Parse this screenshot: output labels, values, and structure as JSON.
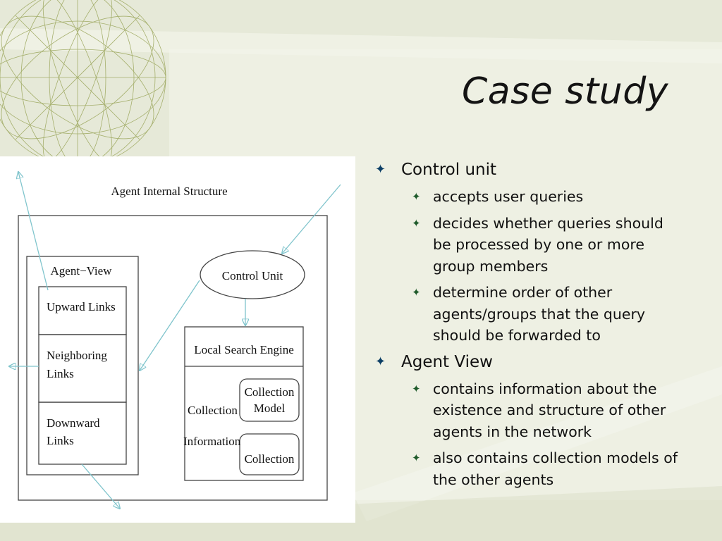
{
  "slide": {
    "title": "Case study",
    "accent_color": "#0c3f66",
    "bullet_icon": "four-point-star-icon"
  },
  "bullets": [
    {
      "text": "Control unit",
      "level": 1
    },
    {
      "text": "accepts user queries",
      "level": 2
    },
    {
      "text": "decides whether queries should be processed by one or more group members",
      "level": 2
    },
    {
      "text": "determine order of other agents/groups that the query should be forwarded to",
      "level": 2
    },
    {
      "text": "Agent View",
      "level": 1
    },
    {
      "text": "contains information about the existence and structure of other agents in the network",
      "level": 2
    },
    {
      "text": "also contains collection models of the other agents",
      "level": 2
    }
  ],
  "figure": {
    "heading": "Agent Internal Structure",
    "agent_view_label": "Agent−View",
    "upward_links": "Upward Links",
    "neighboring_links_1": "Neighboring",
    "neighboring_links_2": "Links",
    "downward_links_1": "Downward",
    "downward_links_2": "Links",
    "control_unit": "Control Unit",
    "local_search_engine": "Local Search Engine",
    "collection_label": "Collection",
    "information_label": "Information",
    "collection_model_1": "Collection",
    "collection_model_2": "Model",
    "collection_box": "Collection"
  }
}
